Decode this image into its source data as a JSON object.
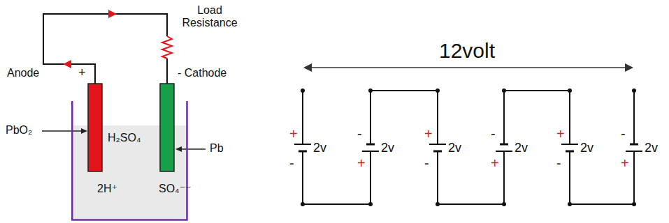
{
  "diagram": {
    "nodes": [
      {
        "text": [
          "H₂SO₄",
          "2H⁺",
          "SO₄⁻⁻"
        ]
      }
    ],
    "labels": [
      "Load Resistance",
      "Anode",
      "+",
      "- Cathode",
      "PbO₂",
      "Pb",
      "12volt",
      "+",
      "2v",
      "-",
      "-",
      "2v",
      "+",
      "+",
      "2v",
      "-",
      "-",
      "2v",
      "+",
      "+",
      "2v",
      "-",
      "-",
      "2v",
      "+"
    ]
  }
}
